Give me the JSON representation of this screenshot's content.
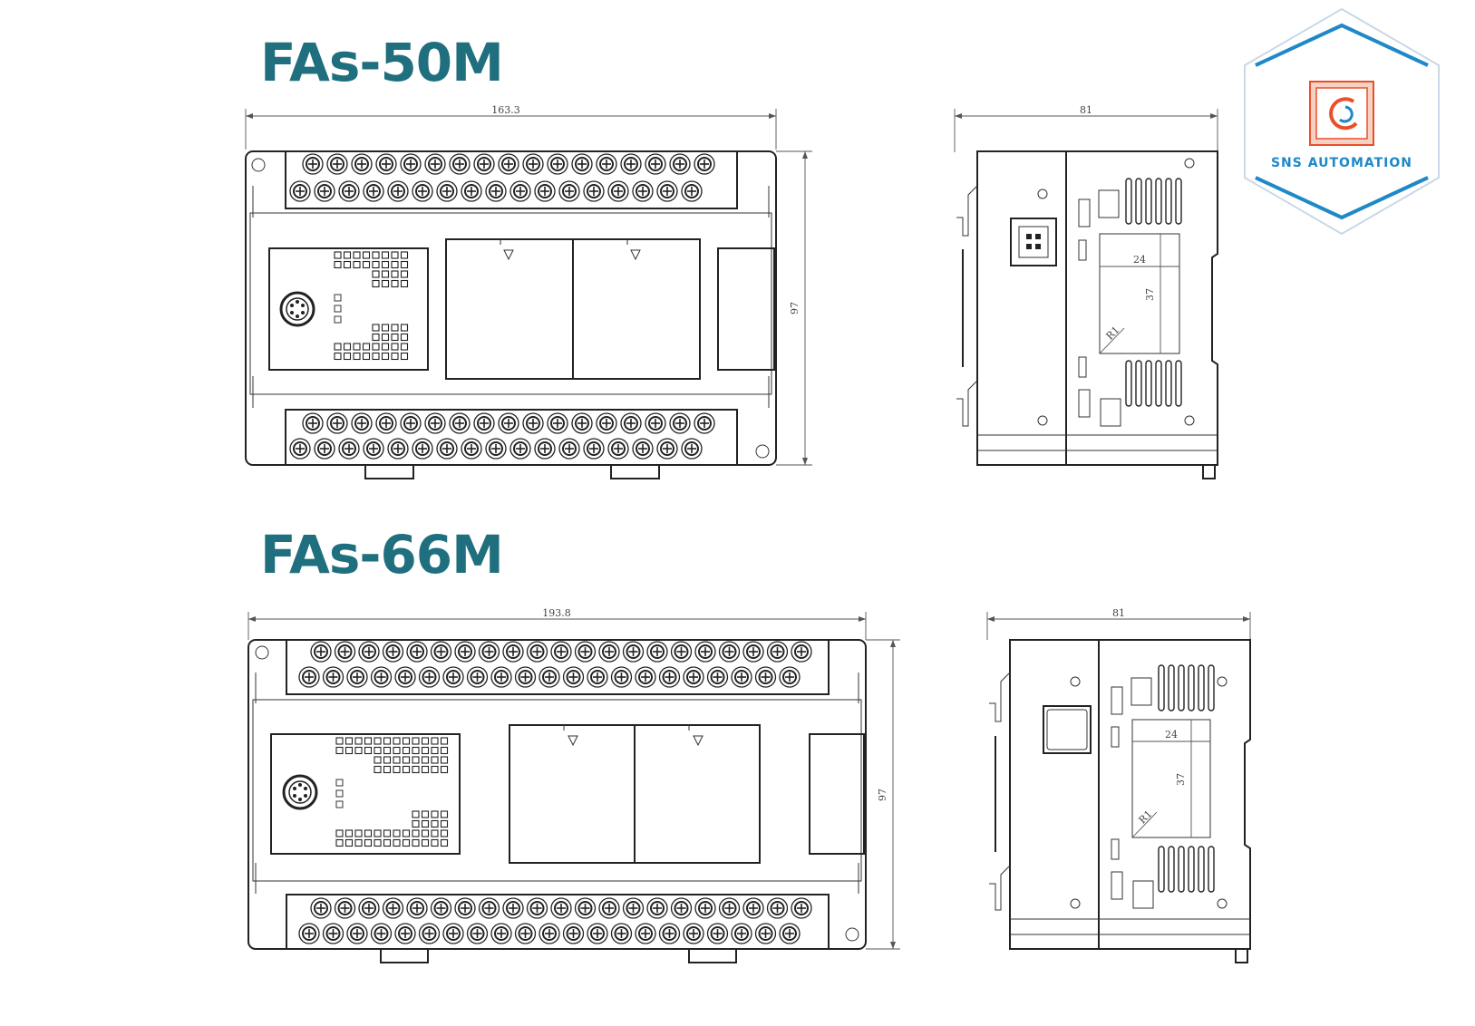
{
  "models": [
    {
      "name": "FAs-50M",
      "front": {
        "width_label": "163.3",
        "height_label": "97"
      },
      "side": {
        "width_label": "81",
        "inner_w_label": "24",
        "inner_h_label": "37",
        "radius_label": "R1"
      }
    },
    {
      "name": "FAs-66M",
      "front": {
        "width_label": "193.8",
        "height_label": "97"
      },
      "side": {
        "width_label": "81",
        "inner_w_label": "24",
        "inner_h_label": "37",
        "radius_label": "R1"
      }
    }
  ],
  "logo": {
    "text": "SNS AUTOMATION",
    "colors": {
      "primary": "#1e88c8",
      "accent": "#e8502a"
    }
  },
  "colors": {
    "title": "#1f6f7e",
    "line": "#222222"
  }
}
